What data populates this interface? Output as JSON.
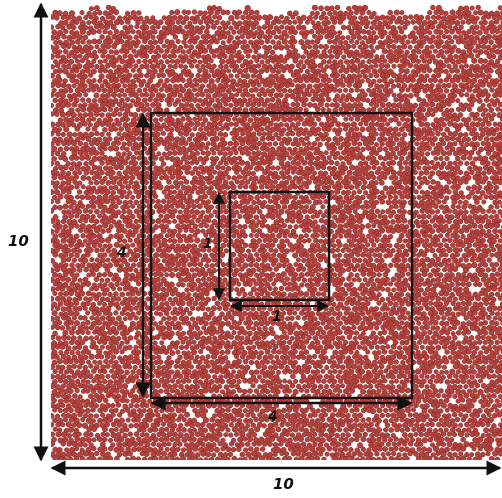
{
  "labels": {
    "domain_height": "10",
    "domain_width": "10",
    "outer_box_height": "4",
    "outer_box_width": "4",
    "inner_box_height": "1",
    "inner_box_width": "1"
  },
  "colors": {
    "particle_fill": "#b5413c",
    "particle_edge": "#7a1f1c",
    "background": "#ffffff",
    "lines": "#111111"
  }
}
